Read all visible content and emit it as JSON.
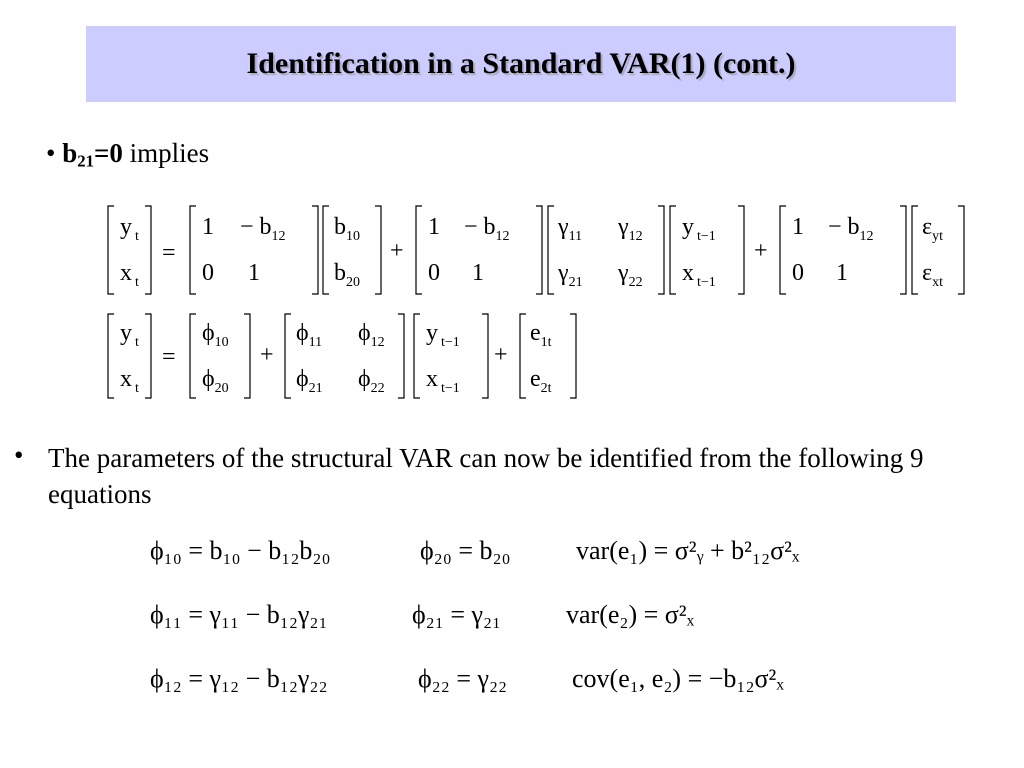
{
  "title": "Identification in a Standard VAR(1) (cont.)",
  "bullet1": {
    "marker": "•",
    "b": "b",
    "sub": "21",
    "eq": "=0",
    "rest": " implies"
  },
  "bullet2": {
    "marker": "•",
    "text": "The parameters of the structural VAR can now be identified from the following 9 equations"
  },
  "matrix_eq1": {
    "lhs": [
      [
        "y",
        "t"
      ],
      [
        "x",
        "t"
      ]
    ],
    "B": [
      [
        "1",
        "− b",
        "12"
      ],
      [
        "0",
        "1",
        ""
      ]
    ],
    "b0": [
      [
        "b",
        "10"
      ],
      [
        "b",
        "20"
      ]
    ],
    "gamma": [
      [
        "γ",
        "11",
        "γ",
        "12"
      ],
      [
        "γ",
        "21",
        "γ",
        "22"
      ]
    ],
    "lag": [
      [
        "y",
        "t−1"
      ],
      [
        "x",
        "t−1"
      ]
    ],
    "eps": [
      [
        "ε",
        "yt"
      ],
      [
        "ε",
        "xt"
      ]
    ],
    "ops": {
      "eq": "=",
      "plus": "+"
    }
  },
  "matrix_eq2": {
    "lhs": [
      [
        "y",
        "t"
      ],
      [
        "x",
        "t"
      ]
    ],
    "phi0": [
      [
        "ϕ",
        "10"
      ],
      [
        "ϕ",
        "20"
      ]
    ],
    "phi": [
      [
        "ϕ",
        "11",
        "ϕ",
        "12"
      ],
      [
        "ϕ",
        "21",
        "ϕ",
        "22"
      ]
    ],
    "lag": [
      [
        "y",
        "t−1"
      ],
      [
        "x",
        "t−1"
      ]
    ],
    "e": [
      [
        "e",
        "1t"
      ],
      [
        "e",
        "2t"
      ]
    ]
  },
  "equations": {
    "r1c1": "ϕ₁₀ = b₁₀ − b₁₂b₂₀",
    "r1c2": "ϕ₂₀ = b₂₀",
    "r1c3": "var(e₁) = σ²ᵧ + b²₁₂σ²ₓ",
    "r2c1": "ϕ₁₁ = γ₁₁ − b₁₂γ₂₁",
    "r2c2": "ϕ₂₁ = γ₂₁",
    "r2c3": "var(e₂) = σ²ₓ",
    "r3c1": "ϕ₁₂ = γ₁₂ − b₁₂γ₂₂",
    "r3c2": "ϕ₂₂ = γ₂₂",
    "r3c3": "cov(e₁, e₂) = −b₁₂σ²ₓ"
  }
}
